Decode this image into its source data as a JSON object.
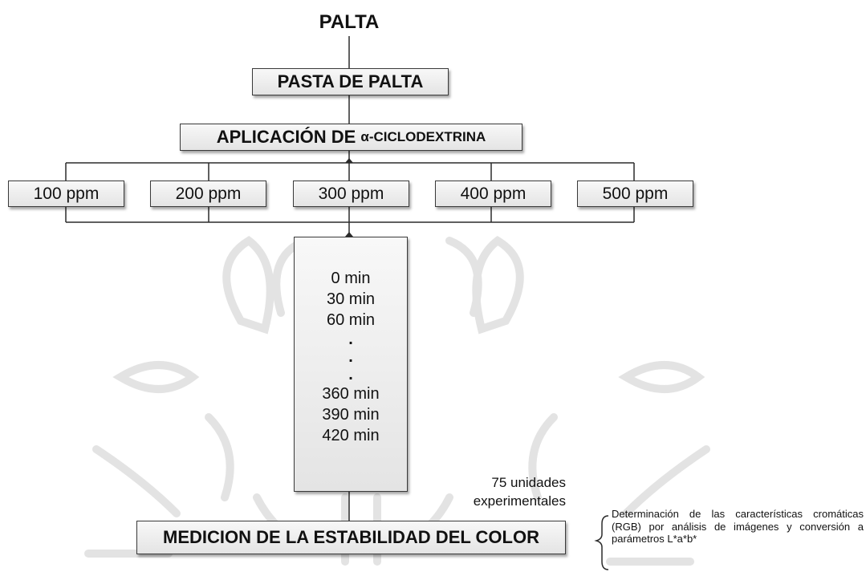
{
  "title": "PALTA",
  "step_paste": "PASTA DE PALTA",
  "step_application": {
    "prefix": "APLICACIÓN DE ",
    "agent": "α-CICLODEXTRINA"
  },
  "concentrations": [
    "100 ppm",
    "200 ppm",
    "300 ppm",
    "400 ppm",
    "500 ppm"
  ],
  "times": {
    "top": [
      "0 min",
      "30 min",
      "60 min"
    ],
    "dots": [
      ".",
      ".",
      "."
    ],
    "bottom": [
      "360 min",
      "390 min",
      "420 min"
    ]
  },
  "units_label": {
    "line1": "75 unidades",
    "line2": "experimentales"
  },
  "step_measure": "MEDICION DE LA ESTABILIDAD DEL COLOR",
  "measure_note": "Determinación de las características cromáticas (RGB) por análisis de imágenes y conversión a parámetros L*a*b*",
  "colors": {
    "line": "#2b2b2b",
    "box_border": "#3a3a3a",
    "watermark": "#e6e6e6"
  }
}
